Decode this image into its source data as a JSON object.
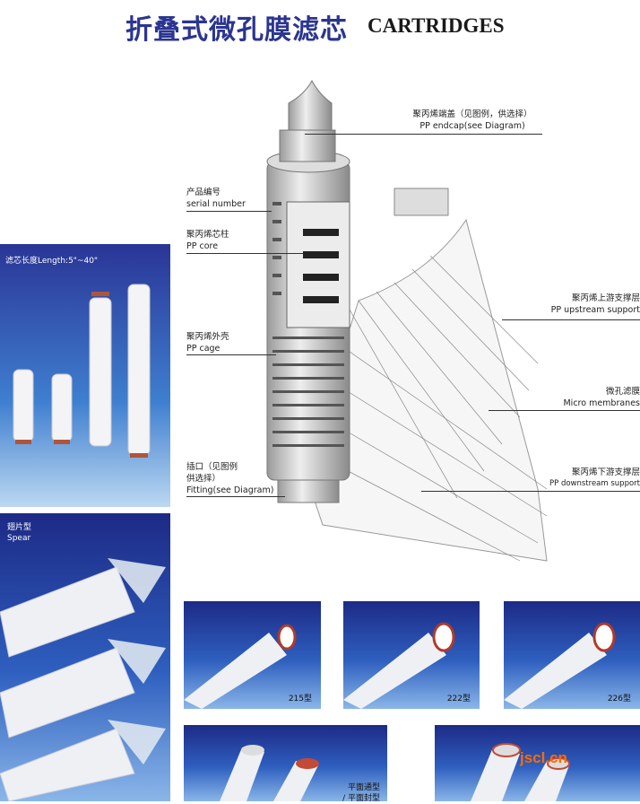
{
  "header": {
    "title_cn": "折叠式微孔膜滤芯",
    "title_en": "CARTRIDGES"
  },
  "diagram_labels": {
    "endcap": {
      "cn": "聚丙烯端盖（见图例，供选择）",
      "en": "PP endcap(see Diagram)"
    },
    "serial": {
      "cn": "产品编号",
      "en": "serial number"
    },
    "core": {
      "cn": "聚丙烯芯柱",
      "en": "PP core"
    },
    "cage": {
      "cn": "聚丙烯外壳",
      "en": "PP cage"
    },
    "fitting": {
      "cn1": "插口（见图例",
      "cn2": "供选择）",
      "en": "Fitting(see Diagram)"
    },
    "upstream": {
      "cn": "聚丙烯上游支撑层",
      "en": "PP upstream support"
    },
    "membrane": {
      "cn": "微孔滤膜",
      "en": "Micro membranes"
    },
    "downstream": {
      "cn": "聚丙烯下游支撑层",
      "en": "PP downstream support"
    }
  },
  "panels": {
    "length": "滤芯长度Length:5\"~40\"",
    "spear_cn": "翅片型",
    "spear_en": "Spear",
    "p215": "215型",
    "p222": "222型",
    "p226": "226型",
    "flat1": "平面通型",
    "flat2": "/ 平面封型"
  },
  "watermark": "jscl.cn"
}
